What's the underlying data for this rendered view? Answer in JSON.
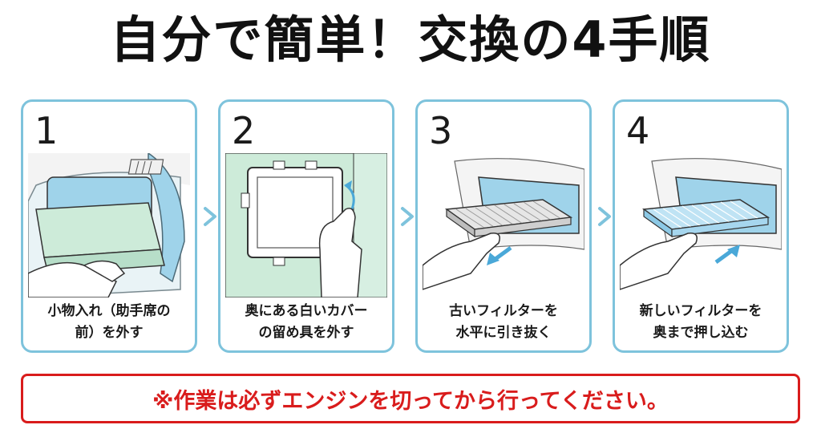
{
  "title": "自分で簡単！交換の4手順",
  "steps": [
    {
      "number": "1",
      "line1": "小物入れ（助手席の",
      "line2": "前）を外す",
      "illustration": "glovebox-removal-illustration"
    },
    {
      "number": "2",
      "line1": "奥にある白いカバー",
      "line2": "の留め具を外す",
      "illustration": "cover-clip-illustration"
    },
    {
      "number": "3",
      "line1": "古いフィルターを",
      "line2": "水平に引き抜く",
      "illustration": "pull-filter-illustration"
    },
    {
      "number": "4",
      "line1": "新しいフィルターを",
      "line2": "奥まで押し込む",
      "illustration": "push-filter-illustration"
    }
  ],
  "warning": "※作業は必ずエンジンを切ってから行ってください。",
  "colors": {
    "card_border": "#7ec3dc",
    "warning_red": "#d91c1c",
    "panel_green": "#cdebd9",
    "slot_blue": "#9fd3ea",
    "new_filter_blue": "#bfe3f4",
    "arrow_blue": "#4aa8d8"
  }
}
